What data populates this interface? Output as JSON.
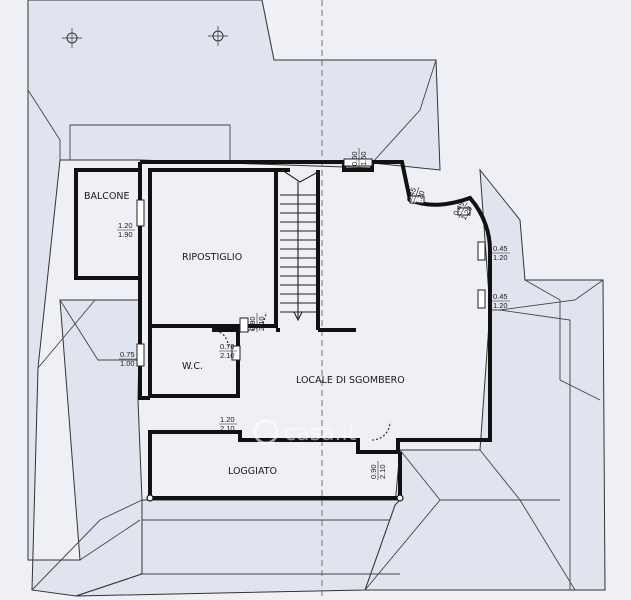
{
  "rooms": {
    "balcone": "BALCONE",
    "ripostiglio": "RIPOSTIGLIO",
    "wc": "W.C.",
    "locale": "LOCALE DI SGOMBERO",
    "loggiato": "LOGGIATO"
  },
  "dimensions": {
    "balcone_window": {
      "width": "1.20",
      "height": "1.90"
    },
    "top_window": {
      "width": "0.60",
      "height": "1.50"
    },
    "curve_window_1": {
      "width": "0.45",
      "height": "1.20"
    },
    "curve_window_2": {
      "width": "0.45",
      "height": "1.20"
    },
    "right_window_1": {
      "width": "0.45",
      "height": "1.20"
    },
    "right_window_2": {
      "width": "0.45",
      "height": "1.20"
    },
    "rip_door": {
      "width": "0.80",
      "height": "2.10"
    },
    "wc_door": {
      "width": "0.70",
      "height": "2.10"
    },
    "wc_window": {
      "width": "0.75",
      "height": "1.00"
    },
    "loggiato_door": {
      "width": "1.20",
      "height": "2.10"
    },
    "bottom_door": {
      "width": "0.90",
      "height": "2.10"
    }
  },
  "watermark": "casa.it",
  "icons": {
    "compass_marks": "circle-mark-icon",
    "watermark_logo": "casa-logo-icon"
  },
  "colors": {
    "background": "#eef0f6",
    "roof_fill": "#dfe4ef",
    "wall": "#111111"
  }
}
